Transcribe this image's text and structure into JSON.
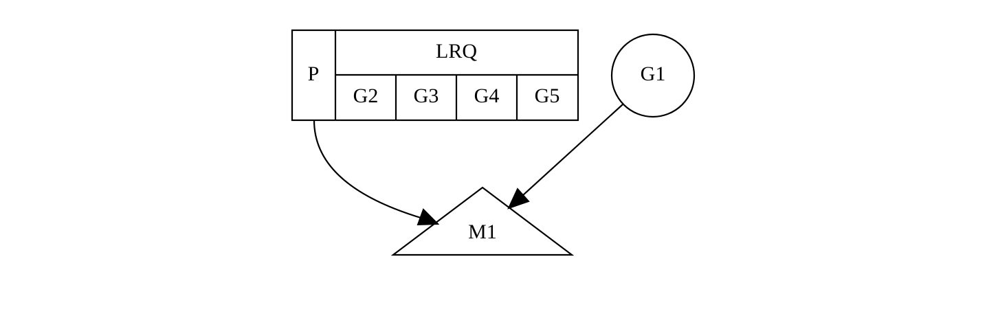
{
  "diagram": {
    "record": {
      "p_label": "P",
      "queue_label": "LRQ",
      "queue_items": [
        "G2",
        "G3",
        "G4",
        "G5"
      ]
    },
    "goroutine_node": {
      "label": "G1",
      "shape": "circle"
    },
    "thread_node": {
      "label": "M1",
      "shape": "triangle"
    },
    "edges": [
      {
        "from": "P",
        "to": "M1"
      },
      {
        "from": "G1",
        "to": "M1"
      }
    ],
    "colors": {
      "stroke": "#000000",
      "background": "#ffffff"
    }
  }
}
